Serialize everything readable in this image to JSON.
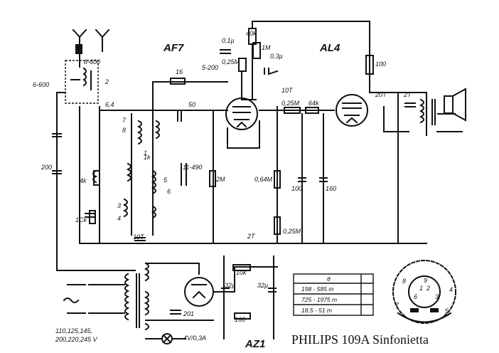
{
  "title": "PHILIPS 109A Sinfonietta",
  "tubes": {
    "t1": "AF7",
    "t2": "AL4",
    "rect": "AZ1"
  },
  "labels": {
    "c_6600": "6-600",
    "c_8600": "8-600",
    "c_200": "200",
    "c_64": "6,4",
    "r_16": "16",
    "c_5200": "5-200",
    "c_50": "50",
    "c_11490": "11-490",
    "r_2M": "2M",
    "r_4k": "4k",
    "r_1k": "1k",
    "r_1k5": "1Ck",
    "c_10T": "10T",
    "r_40k": "40k",
    "c_01u": "0,1µ",
    "r_025M": "0,25M",
    "r_1M": "1M",
    "c_03u": "0,3µ",
    "r_100": "100",
    "c_10T_b": "10T",
    "r_025M_b": "0,25M",
    "r_64k": "64k",
    "c_20T": "20T",
    "c_2T": "2T",
    "r_064M": "0,64M",
    "c_100": "100",
    "c_160": "160",
    "c_2T_b": "2T",
    "r_025M_c": "0,25M",
    "r_10k": "10k",
    "c_32u_a": "32µ",
    "c_32u_b": "32µ",
    "r_160": "160",
    "c_201": "201",
    "lamp": "4V/0,3A",
    "mains": "110,125,145,",
    "mains2": "200,220,245 V",
    "sw_num_a": "1",
    "sw_num_b": "2",
    "sw_num_c": "3",
    "sw_num_d": "4",
    "sw_num_e": "5",
    "sw_num_f": "6",
    "sw_num_g": "7",
    "sw_num_h": "8"
  },
  "band_table": {
    "header": "θ",
    "rows": [
      {
        "range": "198 - 585 m"
      },
      {
        "range": "725 - 1975 m"
      },
      {
        "range": "18,5 - 51 m"
      }
    ]
  },
  "switch_dial": {
    "numbers": [
      "1",
      "2",
      "3",
      "4",
      "5",
      "6",
      "7",
      "8",
      "9"
    ]
  }
}
